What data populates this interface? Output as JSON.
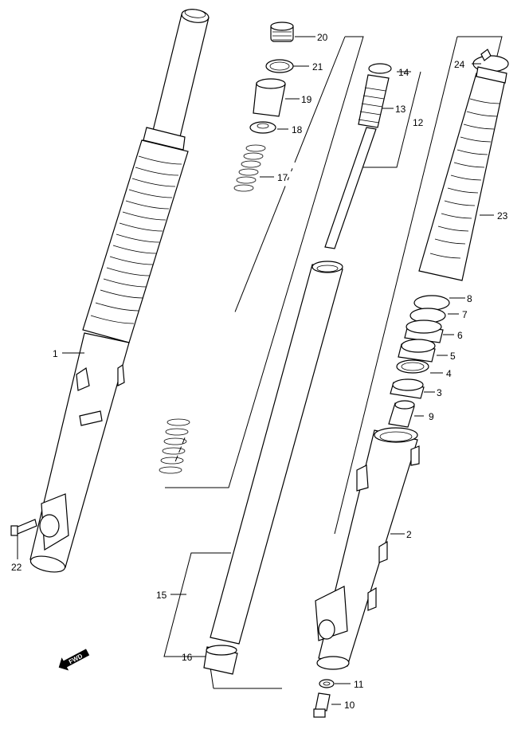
{
  "diagram": {
    "type": "exploded-parts-view",
    "line_color": "#000000",
    "background": "#ffffff",
    "direction_badge": {
      "text": "FWD",
      "icon": "forward-arrow-icon"
    },
    "callouts": [
      {
        "id": "c1",
        "number": "1"
      },
      {
        "id": "c2",
        "number": "2"
      },
      {
        "id": "c3",
        "number": "3"
      },
      {
        "id": "c4",
        "number": "4"
      },
      {
        "id": "c5",
        "number": "5"
      },
      {
        "id": "c6",
        "number": "6"
      },
      {
        "id": "c7",
        "number": "7"
      },
      {
        "id": "c8",
        "number": "8"
      },
      {
        "id": "c9",
        "number": "9"
      },
      {
        "id": "c10",
        "number": "10"
      },
      {
        "id": "c11",
        "number": "11"
      },
      {
        "id": "c12",
        "number": "12"
      },
      {
        "id": "c13",
        "number": "13"
      },
      {
        "id": "c14",
        "number": "14"
      },
      {
        "id": "c15",
        "number": "15"
      },
      {
        "id": "c16",
        "number": "16"
      },
      {
        "id": "c17",
        "number": "17"
      },
      {
        "id": "c18",
        "number": "18"
      },
      {
        "id": "c19",
        "number": "19"
      },
      {
        "id": "c20",
        "number": "20"
      },
      {
        "id": "c21",
        "number": "21"
      },
      {
        "id": "c22",
        "number": "22"
      },
      {
        "id": "c23",
        "number": "23"
      },
      {
        "id": "c24",
        "number": "24"
      }
    ]
  }
}
